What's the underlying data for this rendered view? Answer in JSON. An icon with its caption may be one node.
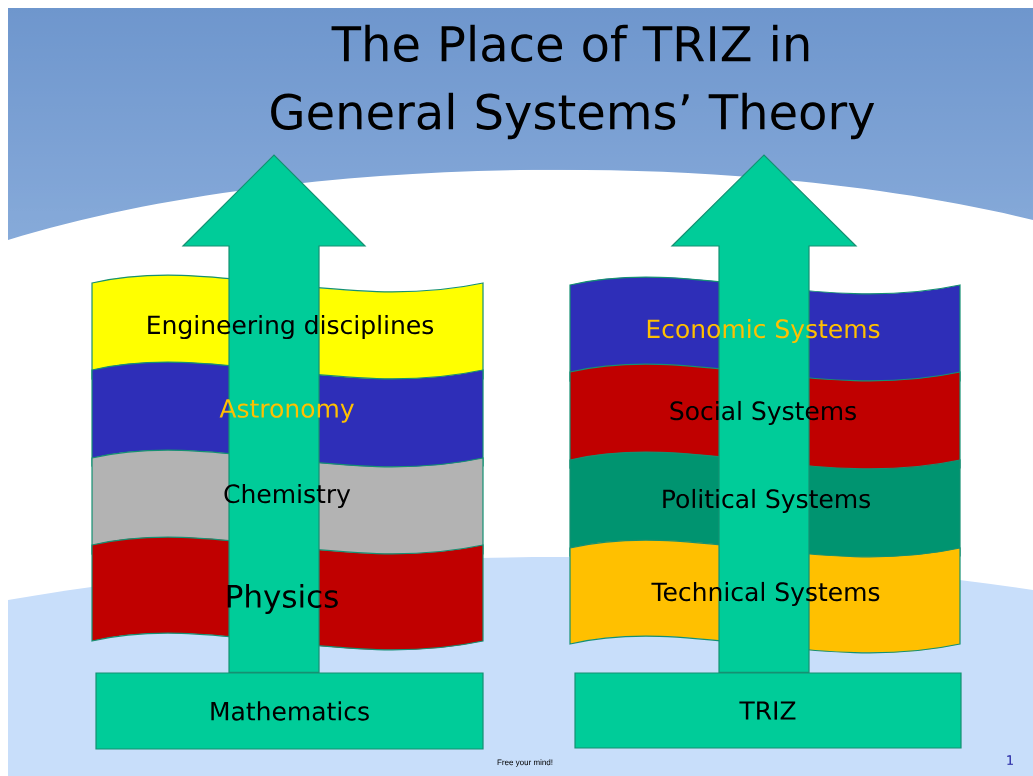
{
  "diagram": {
    "title": "The Place of TRIZ in General Systems’ Theory",
    "nodes": [
      {
        "text": [
          "Engineering disciplines"
        ]
      },
      {
        "text": [
          "Astronomy"
        ]
      },
      {
        "text": [
          "Chemistry"
        ]
      },
      {
        "text": [
          "Physics"
        ]
      },
      {
        "text": [
          "Mathematics"
        ]
      },
      {
        "text": [
          "Economic Systems"
        ]
      },
      {
        "text": [
          "Social Systems"
        ]
      },
      {
        "text": [
          "Political Systems"
        ]
      },
      {
        "text": [
          "Technical Systems"
        ]
      },
      {
        "text": [
          "TRIZ"
        ]
      }
    ],
    "edges": [
      {
        "from": 4,
        "to": null,
        "arrow": "to"
      },
      {
        "from": 9,
        "to": null,
        "arrow": "to"
      }
    ],
    "labels": [
      "Free your mind!",
      "1"
    ]
  }
}
